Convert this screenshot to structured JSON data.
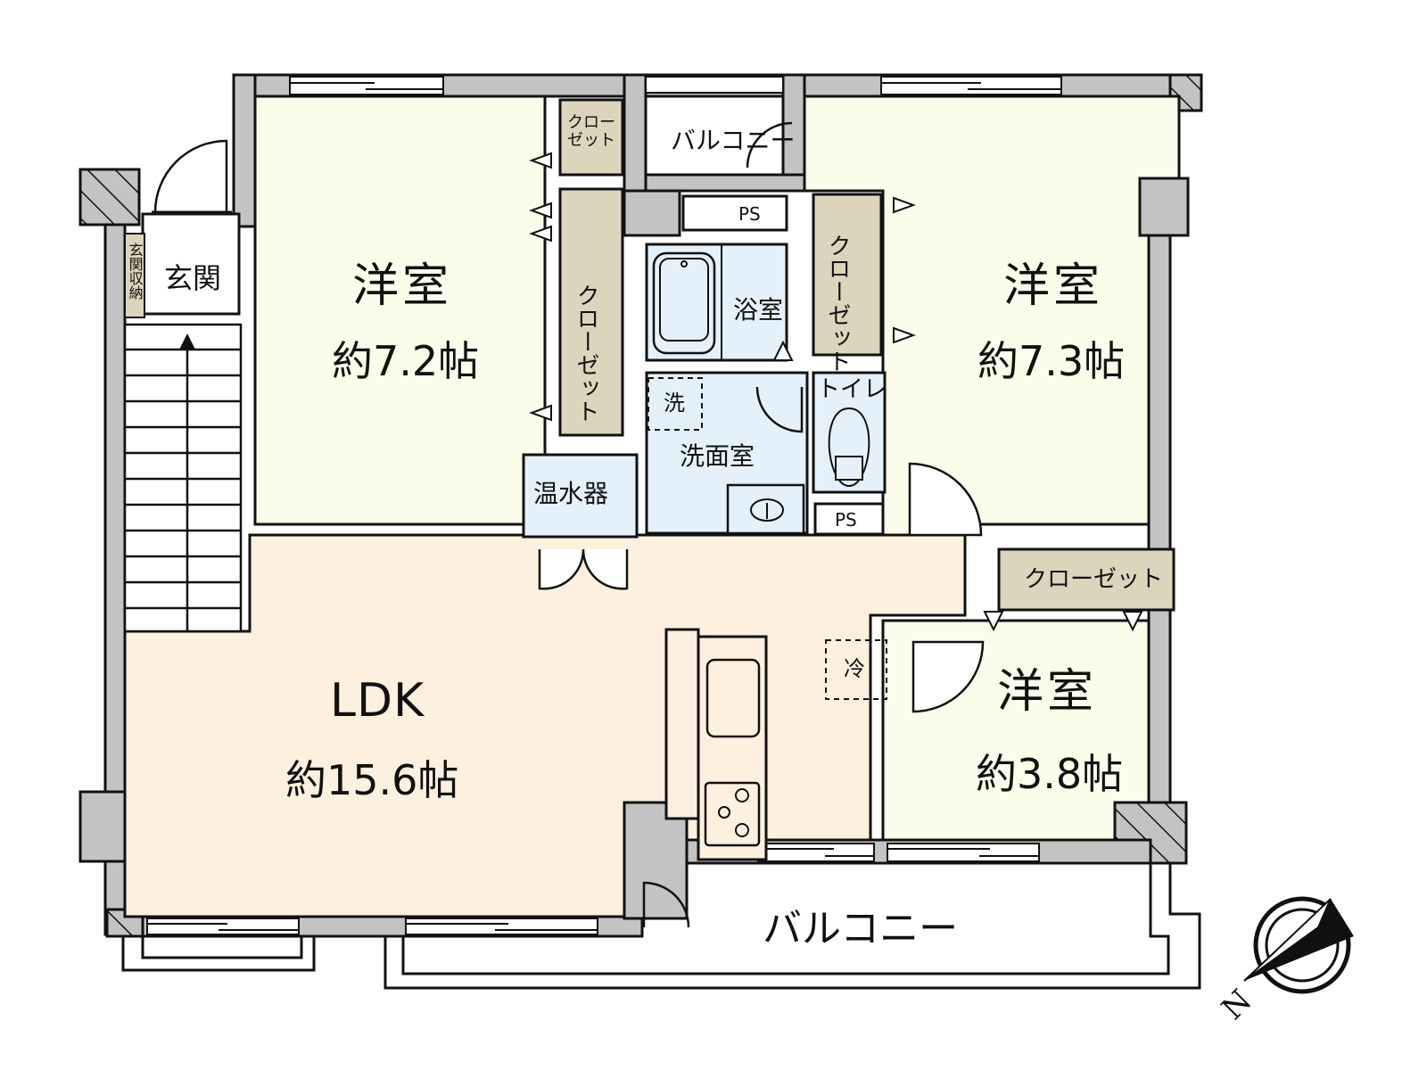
{
  "colors": {
    "wall": "#c3c3c3",
    "western_room": "#fcfcea",
    "ldk": "#fdf0df",
    "closet": "#ddd4bc",
    "water_area": "#e4f1fb",
    "outline": "#111111",
    "balcony": "#ffffff"
  },
  "rooms": {
    "western_room_nw": {
      "name": "洋室",
      "size": "約7.2帖"
    },
    "western_room_ne": {
      "name": "洋室",
      "size": "約7.3帖"
    },
    "western_room_se": {
      "name": "洋室",
      "size": "約3.8帖"
    },
    "ldk": {
      "name": "LDK",
      "size": "約15.6帖"
    },
    "entrance": {
      "name": "玄関"
    },
    "entrance_storage": {
      "name": "玄関収納"
    },
    "bathroom": {
      "name": "浴室"
    },
    "washroom": {
      "name": "洗面室"
    },
    "toilet": {
      "name": "トイレ"
    },
    "water_heater": {
      "name": "温水器"
    },
    "washer_space": {
      "name": "洗"
    },
    "fridge_space": {
      "name": "冷"
    },
    "ps_upper": {
      "name": "PS"
    },
    "ps_lower": {
      "name": "PS"
    },
    "closet_small_nw": {
      "name": "クローゼット"
    },
    "closet_tall_nw": {
      "name": "クローゼット"
    },
    "closet_ne": {
      "name": "クローゼット"
    },
    "closet_se": {
      "name": "クローゼット"
    },
    "balcony_north": {
      "name": "バルコニー"
    },
    "balcony_south": {
      "name": "バルコニー"
    }
  },
  "compass": {
    "label": "N"
  },
  "stairs": {
    "direction": "up",
    "steps": 12
  }
}
